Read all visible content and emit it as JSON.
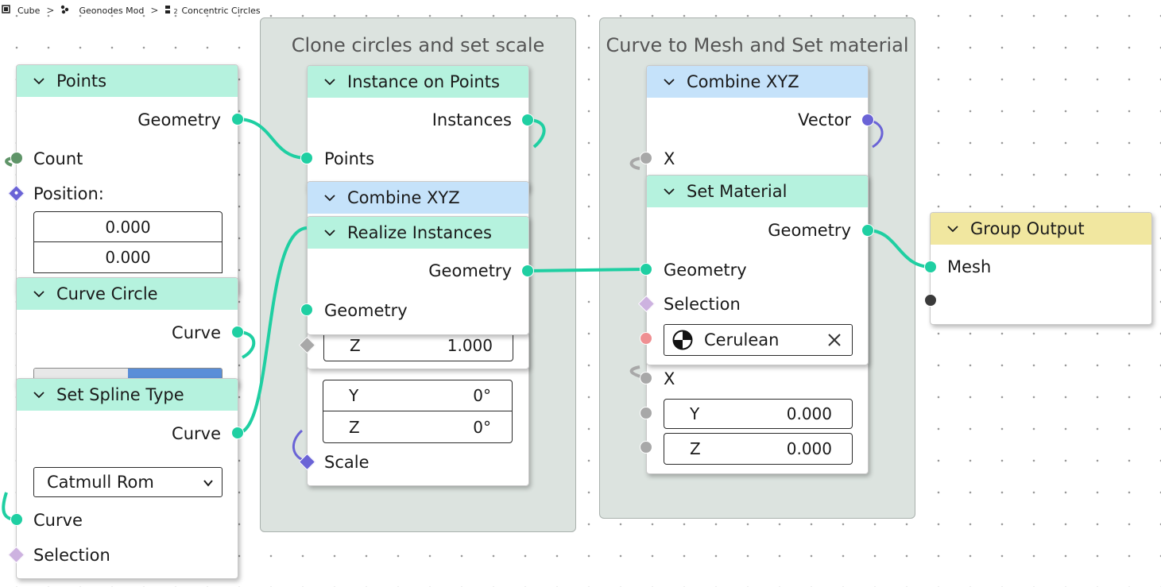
{
  "breadcrumb": {
    "items": [
      "Cube",
      "Geonodes Mod",
      "Concentric Circles"
    ],
    "badge": "2",
    "separator": ">"
  },
  "frames": [
    {
      "label": "Clone circles and set scale"
    },
    {
      "label": "Curve to Mesh and Set material"
    }
  ],
  "nodes": {
    "points": {
      "title": "Points",
      "geometry_label": "Geometry",
      "count_label": "Count",
      "position_label": "Position:",
      "pos_x": "0.000",
      "pos_y": "0.000"
    },
    "curve_circle": {
      "title": "Curve Circle",
      "curve_label": "Curve"
    },
    "set_spline": {
      "title": "Set Spline Type",
      "curve_out": "Curve",
      "spline_type": "Catmull Rom",
      "curve_in": "Curve",
      "selection": "Selection"
    },
    "instance_on_points": {
      "title": "Instance on Points",
      "instances_label": "Instances",
      "points_label": "Points",
      "scale_label": "Scale"
    },
    "combine_xyz_a": {
      "title": "Combine XYZ",
      "z_label": "Z",
      "z_value": "1.000"
    },
    "realize": {
      "title": "Realize Instances",
      "geo_out": "Geometry",
      "geo_in": "Geometry"
    },
    "rotation": {
      "y_label": "Y",
      "y_value": "0°",
      "z_label": "Z",
      "z_value": "0°"
    },
    "combine_xyz_b": {
      "title": "Combine XYZ",
      "vector_label": "Vector",
      "x_label": "X",
      "x2_label": "X",
      "y_label": "Y",
      "y_value": "0.000",
      "z_label": "Z",
      "z_value": "0.000"
    },
    "set_material": {
      "title": "Set Material",
      "geo_out": "Geometry",
      "geo_in": "Geometry",
      "selection": "Selection",
      "material": "Cerulean"
    },
    "group_output": {
      "title": "Group Output",
      "mesh_label": "Mesh"
    }
  },
  "colors": {
    "geometry_header": "#b5f2de",
    "vector_header": "#c5e2fa",
    "output_header": "#f1e7a0",
    "geometry_link": "#1fcfa2",
    "vector_socket": "#6a63d6",
    "frame_bg": "#dce3df"
  },
  "icons": {
    "collapse": "chevron-down-icon",
    "material": "material-sphere-icon",
    "clear": "close-icon"
  }
}
